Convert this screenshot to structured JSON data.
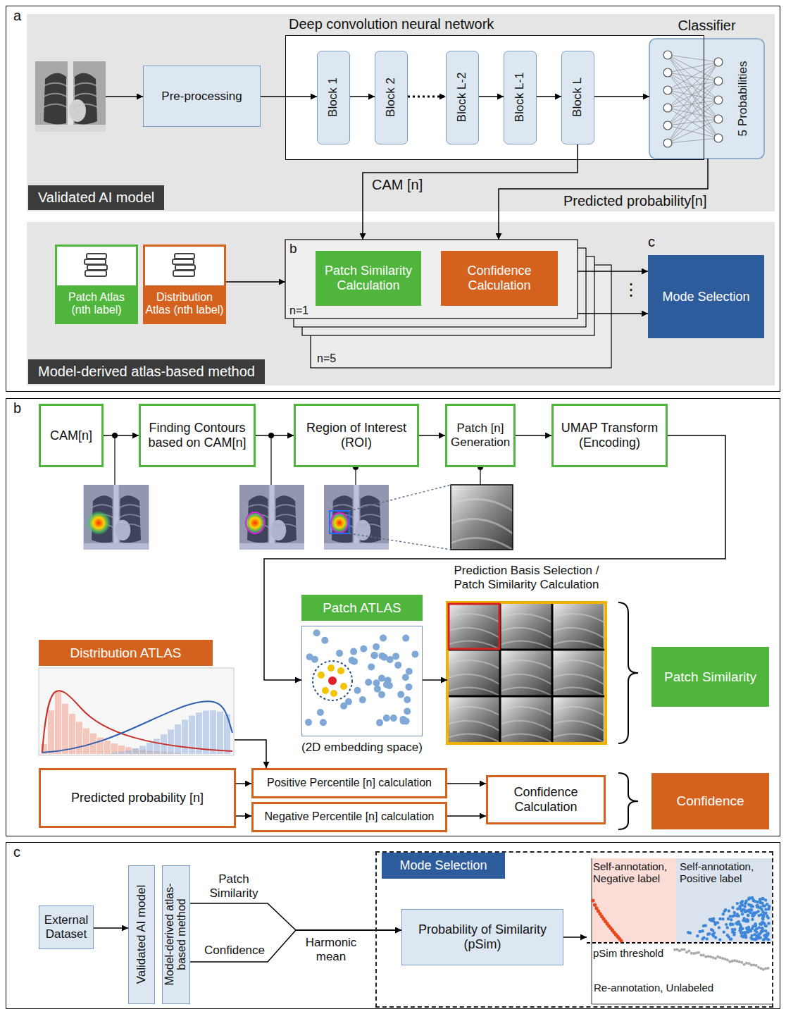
{
  "diagram": {
    "nodes": [
      {
        "text": [
          "a"
        ]
      },
      {
        "text": [
          "Validated AI model"
        ],
        "in": 0
      },
      {
        "text": [
          "Pre-processing"
        ],
        "in": 1
      },
      {
        "text": [
          "Deep convolution neural network"
        ],
        "in": 1
      },
      {
        "text": [
          "Block 1"
        ],
        "in": 3
      },
      {
        "text": [
          "Block 2"
        ],
        "in": 3
      },
      {
        "text": [
          "Block L-2"
        ],
        "in": 3
      },
      {
        "text": [
          "Block L-1"
        ],
        "in": 3
      },
      {
        "text": [
          "Block L"
        ],
        "in": 3
      },
      {
        "text": [
          "Classifier",
          "5 Probabilities"
        ],
        "in": 1
      },
      {
        "text": [
          "Model-derived atlas-based method"
        ],
        "in": 0
      },
      {
        "text": [
          "Patch Atlas (nth label)"
        ],
        "in": 10
      },
      {
        "text": [
          "Distribution Atlas (nth label)"
        ],
        "in": 10
      },
      {
        "text": [
          "b",
          "n=1"
        ],
        "in": 10
      },
      {
        "text": [
          "Patch Similarity Calculation"
        ],
        "in": 13
      },
      {
        "text": [
          "Confidence Calculation"
        ],
        "in": 13
      },
      {
        "text": [
          "c",
          "Mode Selection"
        ],
        "in": 10
      },
      {
        "text": [
          "b"
        ]
      },
      {
        "text": [
          "CAM[n]"
        ],
        "in": 17
      },
      {
        "text": [
          "Finding Contours based on CAM[n]"
        ],
        "in": 17
      },
      {
        "text": [
          "Region of Interest (ROI)"
        ],
        "in": 17
      },
      {
        "text": [
          "Patch [n] Generation"
        ],
        "in": 17
      },
      {
        "text": [
          "UMAP Transform (Encoding)"
        ],
        "in": 17
      },
      {
        "text": [
          "Patch ATLAS",
          "(2D embedding space)"
        ],
        "in": 17
      },
      {
        "text": [
          "Distribution ATLAS"
        ],
        "in": 17
      },
      {
        "text": [
          "Prediction Basis Selection / Patch Similarity Calculation"
        ],
        "in": 17
      },
      {
        "text": [
          "Patch Similarity"
        ],
        "in": 17
      },
      {
        "text": [
          "Predicted probability [n]"
        ],
        "in": 17
      },
      {
        "text": [
          "Positive Percentile [n] calculation"
        ],
        "in": 17
      },
      {
        "text": [
          "Negative Percentile [n] calculation"
        ],
        "in": 17
      },
      {
        "text": [
          "Confidence Calculation"
        ],
        "in": 17
      },
      {
        "text": [
          "Confidence"
        ],
        "in": 17
      },
      {
        "text": [
          "c"
        ]
      },
      {
        "text": [
          "External Dataset"
        ],
        "in": 32
      },
      {
        "text": [
          "Validated AI model"
        ],
        "in": 32
      },
      {
        "text": [
          "Model-derived atlas-based method"
        ],
        "in": 32
      },
      {
        "text": [
          "Mode Selection"
        ],
        "in": 32
      },
      {
        "text": [
          "Probability of Similarity (pSim)"
        ],
        "in": 36
      },
      {
        "text": [
          "Self-annotation, Negative label",
          "Self-annotation, Positive label",
          "Re-annotation, Unlabeled"
        ],
        "in": 36
      }
    ],
    "edges": [
      {
        "from": 2,
        "to": 4,
        "arrow": "to"
      },
      {
        "from": 4,
        "to": 5,
        "arrow": "to"
      },
      {
        "from": 5,
        "to": 6,
        "arrow": "to"
      },
      {
        "from": 6,
        "to": 7,
        "arrow": "to"
      },
      {
        "from": 7,
        "to": 8,
        "arrow": "to"
      },
      {
        "from": 8,
        "to": 9,
        "arrow": "to"
      },
      {
        "from": 8,
        "to": 13,
        "label": "CAM [n]",
        "arrow": "to"
      },
      {
        "from": 9,
        "to": 13,
        "label": "Predicted probability[n]",
        "arrow": "to"
      },
      {
        "from": 12,
        "to": 13,
        "arrow": "to"
      },
      {
        "from": 13,
        "to": 16,
        "arrow": "to"
      },
      {
        "from": 13,
        "to": 16,
        "arrow": "to"
      },
      {
        "from": 18,
        "to": 19,
        "arrow": "to"
      },
      {
        "from": 19,
        "to": 20,
        "arrow": "to"
      },
      {
        "from": 20,
        "to": 21,
        "arrow": "to"
      },
      {
        "from": 21,
        "to": 22,
        "arrow": "to"
      },
      {
        "from": 22,
        "to": 23,
        "arrow": "to"
      },
      {
        "from": 23,
        "to": 25,
        "arrow": "to"
      },
      {
        "from": 24,
        "to": 28,
        "arrow": "to"
      },
      {
        "from": 27,
        "to": 28,
        "arrow": "to"
      },
      {
        "from": 27,
        "to": 29,
        "arrow": "to"
      },
      {
        "from": 28,
        "to": 30,
        "arrow": "to"
      },
      {
        "from": 29,
        "to": 30,
        "arrow": "to"
      },
      {
        "from": 33,
        "to": 34,
        "arrow": "to"
      },
      {
        "from": 35,
        "to": 37,
        "label": "Patch Similarity",
        "arrow": "to"
      },
      {
        "from": 35,
        "to": 37,
        "label": "Confidence",
        "arrow": "to"
      },
      {
        "from": 37,
        "to": 38,
        "arrow": "to"
      }
    ],
    "labels": [
      "n=5",
      "⋮",
      "Harmonic mean",
      "pSim threshold"
    ]
  }
}
